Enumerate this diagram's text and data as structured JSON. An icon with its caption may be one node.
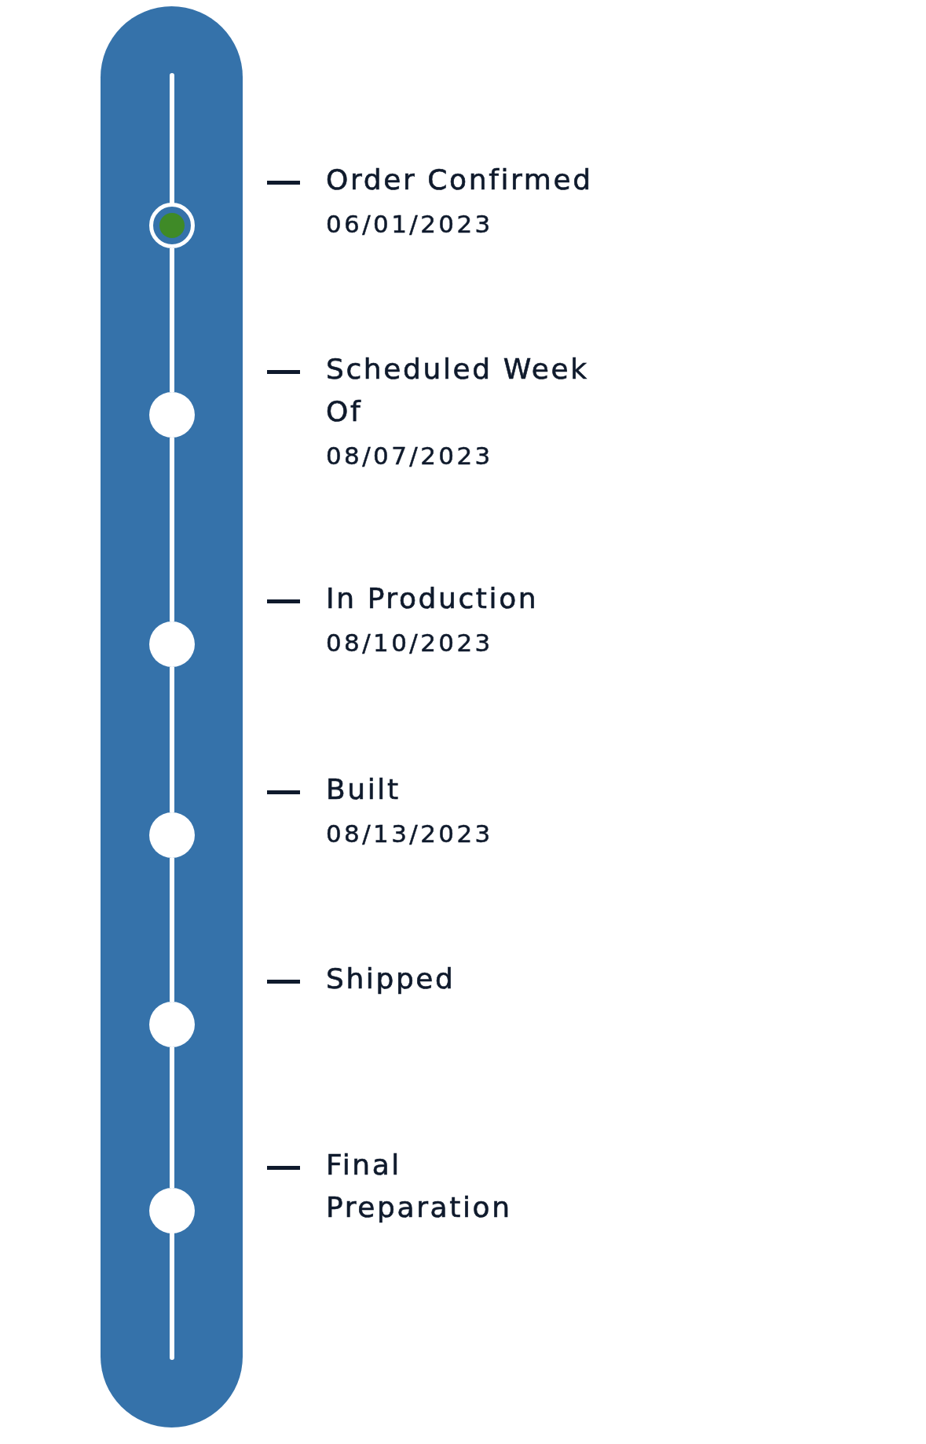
{
  "diagram": {
    "nodes": [
      {
        "text": [],
        "shape": "bar"
      },
      {
        "text": [],
        "shape": "circle",
        "in": 0
      },
      {
        "text": [],
        "shape": "circle",
        "in": 0
      },
      {
        "text": [],
        "shape": "circle",
        "in": 0
      },
      {
        "text": [],
        "shape": "circle",
        "in": 0
      },
      {
        "text": [],
        "shape": "circle",
        "in": 0
      },
      {
        "text": [],
        "shape": "circle",
        "in": 0
      }
    ],
    "edges": [
      {
        "from": null,
        "to": 1,
        "arrow": "none"
      },
      {
        "from": 1,
        "to": 2,
        "arrow": "none"
      },
      {
        "from": 2,
        "to": 3,
        "arrow": "none"
      },
      {
        "from": 3,
        "to": 4,
        "arrow": "none"
      },
      {
        "from": 4,
        "to": 5,
        "arrow": "none"
      },
      {
        "from": 5,
        "to": 6,
        "arrow": "none"
      },
      {
        "from": 6,
        "to": null,
        "arrow": "none"
      }
    ],
    "labels": [
      "Order Confirmed",
      "06/01/2023",
      "Scheduled Week Of",
      "08/07/2023",
      "In Production",
      "08/10/2023",
      "Built",
      "08/13/2023",
      "Shipped",
      "Final Preparation"
    ]
  }
}
